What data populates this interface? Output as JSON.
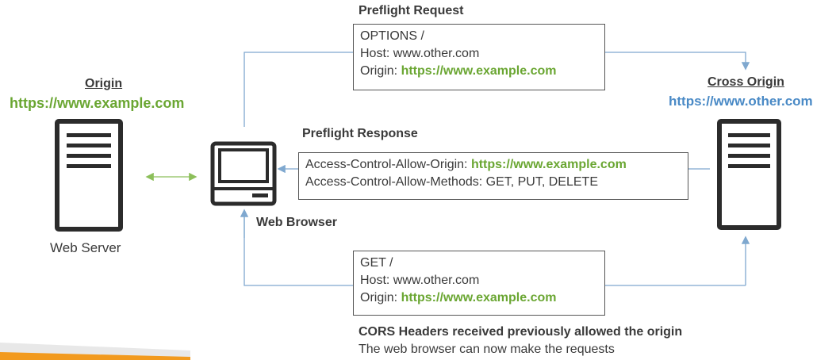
{
  "origin": {
    "heading": "Origin",
    "url": "https://www.example.com",
    "server_label": "Web Server"
  },
  "cross_origin": {
    "heading": "Cross Origin ",
    "url": "https://www.other.com"
  },
  "browser": {
    "label": "Web Browser"
  },
  "preflight_request": {
    "title": "Preflight Request",
    "line1": "OPTIONS /",
    "line2": "Host: www.other.com",
    "line3_prefix": "Origin: ",
    "line3_value": "https://www.example.com"
  },
  "preflight_response": {
    "title": "Preflight Response",
    "line1_prefix": "Access-Control-Allow-Origin: ",
    "line1_value": "https://www.example.com",
    "line2": "Access-Control-Allow-Methods: GET, PUT, DELETE"
  },
  "get_request": {
    "line1": "GET /",
    "line2": "Host: www.other.com",
    "line3_prefix": "Origin: ",
    "line3_value": "https://www.example.com"
  },
  "footer": {
    "title": "CORS Headers received previously allowed the origin",
    "subtitle": "The web browser can now make the requests"
  },
  "colors": {
    "green": "#6aa632",
    "blue": "#4a8ac6",
    "arrow": "#7fa8cf",
    "icon": "#2b2b2b",
    "banner": "#f29a1e"
  }
}
